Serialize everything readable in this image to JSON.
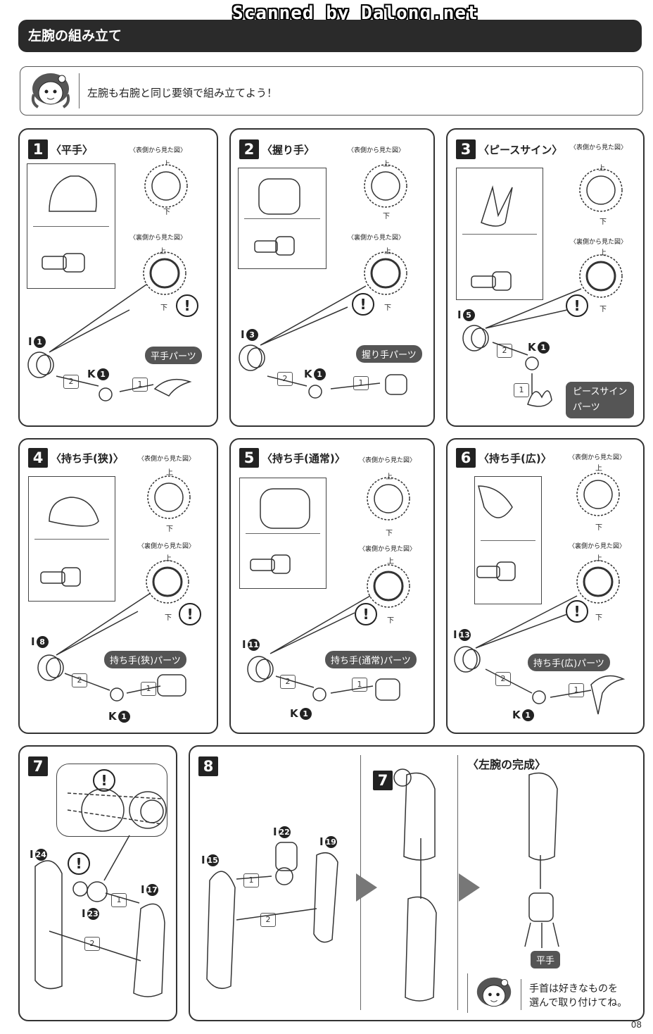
{
  "watermark": "Scanned by Dalong.net",
  "header": {
    "title": "左腕の組み立て"
  },
  "intro": {
    "text": "左腕も右腕と同じ要領で組み立てよう！"
  },
  "view": {
    "front": "〈表側から見た図〉",
    "back": "〈裏側から見た図〉",
    "top": "上",
    "bottom": "下"
  },
  "steps": [
    {
      "num": "1",
      "title": "〈平手〉",
      "part_label": "平手パーツ",
      "i_label": "I",
      "i_num": "1",
      "k_label": "K",
      "k_num": "1"
    },
    {
      "num": "2",
      "title": "〈握り手〉",
      "part_label": "握り手パーツ",
      "i_label": "I",
      "i_num": "3",
      "k_label": "K",
      "k_num": "1"
    },
    {
      "num": "3",
      "title": "〈ピースサイン〉",
      "part_label_1": "ピースサイン",
      "part_label_2": "パーツ",
      "i_label": "I",
      "i_num": "5",
      "k_label": "K",
      "k_num": "1"
    },
    {
      "num": "4",
      "title": "〈持ち手(狭)〉",
      "part_label": "持ち手(狭)パーツ",
      "i_label": "I",
      "i_num": "8",
      "k_label": "K",
      "k_num": "1"
    },
    {
      "num": "5",
      "title": "〈持ち手(通常)〉",
      "part_label": "持ち手(通常)パーツ",
      "i_label": "I",
      "i_num": "11",
      "k_label": "K",
      "k_num": "1"
    },
    {
      "num": "6",
      "title": "〈持ち手(広)〉",
      "part_label": "持ち手(広)パーツ",
      "i_label": "I",
      "i_num": "13",
      "k_label": "K",
      "k_num": "1"
    }
  ],
  "step_nums": {
    "one": "1",
    "two": "2"
  },
  "step7": {
    "num": "7",
    "parts": [
      {
        "label": "I",
        "num": "24"
      },
      {
        "label": "I",
        "num": "23"
      },
      {
        "label": "I",
        "num": "17"
      }
    ]
  },
  "step8": {
    "num": "8",
    "parts": [
      {
        "label": "I",
        "num": "22"
      },
      {
        "label": "I",
        "num": "15"
      },
      {
        "label": "I",
        "num": "19"
      }
    ],
    "ref": "7"
  },
  "complete": {
    "title": "〈左腕の完成〉",
    "hand_label": "平手",
    "note_1": "手首は好きなものを",
    "note_2": "選んで取り付けてね。"
  },
  "warn_mark": "!",
  "page_number": "08"
}
